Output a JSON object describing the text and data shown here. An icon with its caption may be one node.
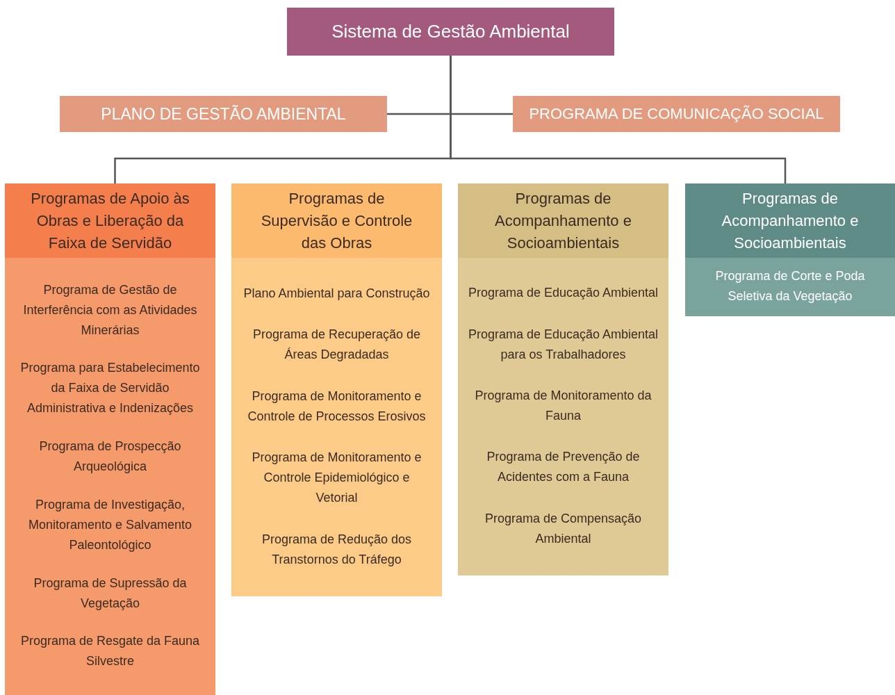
{
  "diagram": {
    "nodes": [
      {
        "text": [
          "Sistema de Gestão Ambiental"
        ]
      },
      {
        "text": [
          "PLANO DE GESTÃO AMBIENTAL"
        ]
      },
      {
        "text": [
          "PROGRAMA DE COMUNICAÇÃO SOCIAL"
        ]
      },
      {
        "text": [
          "Programas de Apoio às Obras e Liberação da Faixa de Servidão",
          "Programa de Gestão de Interferência com as Atividades Minerárias",
          "Programa para Estabelecimento da Faixa de Servidão Administrativa e Indenizações",
          "Programa de Prospecção Arqueológica",
          "Programa de Investigação, Monitoramento e Salvamento Paleontológico",
          "Programa de Supressão da Vegetação",
          "Programa de Resgate da Fauna Silvestre"
        ]
      },
      {
        "text": [
          "Programas de Supervisão e Controle das Obras",
          "Plano Ambiental para Construção",
          "Programa de Recuperação de Áreas Degradadas",
          "Programa de Monitoramento e Controle de Processos Erosivos",
          "Programa de Monitoramento e Controle Epidemiológico e Vetorial",
          "Programa de Redução dos Transtornos do Tráfego"
        ]
      },
      {
        "text": [
          "Programas de Acompanhamento e Socioambientais",
          "Programa de Educação Ambiental",
          "Programa de Educação Ambiental para os Trabalhadores",
          "Programa de Monitoramento da Fauna",
          "Programa de Prevenção de Acidentes com a Fauna",
          "Programa de Compensação Ambiental"
        ]
      },
      {
        "text": [
          "Programas de Acompanhamento e Socioambientais",
          "Programa de Corte e Poda Seletiva da Vegetação"
        ]
      }
    ],
    "edges": [
      {
        "from": 0,
        "to": 1,
        "arrow": "none"
      },
      {
        "from": 0,
        "to": 2,
        "arrow": "none"
      },
      {
        "from": 0,
        "to": 3,
        "arrow": "none"
      },
      {
        "from": 0,
        "to": 6,
        "arrow": "none"
      }
    ]
  }
}
